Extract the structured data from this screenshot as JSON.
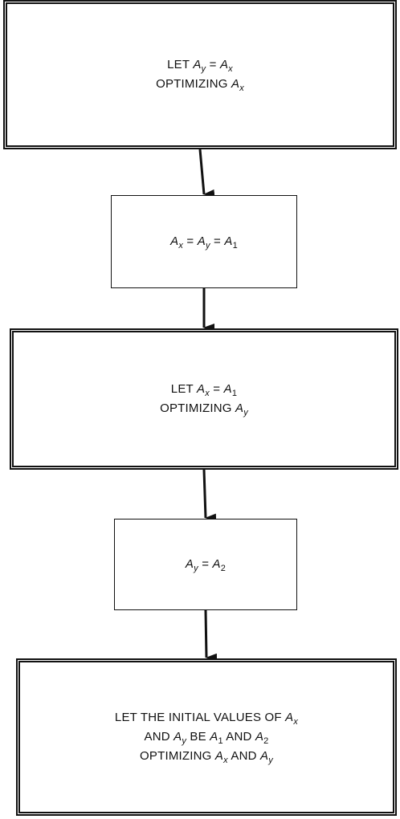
{
  "diagram": {
    "boxes": [
      {
        "id": "box-let-ay-ax",
        "style": "double",
        "lines": [
          [
            {
              "t": "LET "
            },
            {
              "v": "A",
              "s": "y"
            },
            {
              "t": " = "
            },
            {
              "v": "A",
              "s": "x"
            }
          ],
          [
            {
              "t": "OPTIMIZING "
            },
            {
              "v": "A",
              "s": "x"
            }
          ]
        ]
      },
      {
        "id": "box-ax-ay-a1",
        "style": "single",
        "lines": [
          [
            {
              "v": "A",
              "s": "x"
            },
            {
              "t": " = "
            },
            {
              "v": "A",
              "s": "y"
            },
            {
              "t": " = "
            },
            {
              "v": "A",
              "s": "1"
            }
          ]
        ]
      },
      {
        "id": "box-let-ax-a1",
        "style": "double",
        "lines": [
          [
            {
              "t": "LET "
            },
            {
              "v": "A",
              "s": "x"
            },
            {
              "t": " = "
            },
            {
              "v": "A",
              "s": "1"
            }
          ],
          [
            {
              "t": "OPTIMIZING "
            },
            {
              "v": "A",
              "s": "y"
            }
          ]
        ]
      },
      {
        "id": "box-ay-a2",
        "style": "single",
        "lines": [
          [
            {
              "v": "A",
              "s": "y"
            },
            {
              "t": " = "
            },
            {
              "v": "A",
              "s": "2"
            }
          ]
        ]
      },
      {
        "id": "box-initial-values",
        "style": "double",
        "lines": [
          [
            {
              "t": "LET THE INITIAL VALUES OF "
            },
            {
              "v": "A",
              "s": "x"
            }
          ],
          [
            {
              "t": "AND "
            },
            {
              "v": "A",
              "s": "y"
            },
            {
              "t": " BE "
            },
            {
              "v": "A",
              "s": "1"
            },
            {
              "t": " AND "
            },
            {
              "v": "A",
              "s": "2"
            }
          ],
          [
            {
              "t": "OPTIMIZING "
            },
            {
              "v": "A",
              "s": "x"
            },
            {
              "t": " AND "
            },
            {
              "v": "A",
              "s": "y"
            }
          ]
        ]
      }
    ],
    "arrows": [
      {
        "from": "box-let-ay-ax",
        "to": "box-ax-ay-a1"
      },
      {
        "from": "box-ax-ay-a1",
        "to": "box-let-ax-a1"
      },
      {
        "from": "box-let-ax-a1",
        "to": "box-ay-a2"
      },
      {
        "from": "box-ay-a2",
        "to": "box-initial-values"
      }
    ]
  }
}
